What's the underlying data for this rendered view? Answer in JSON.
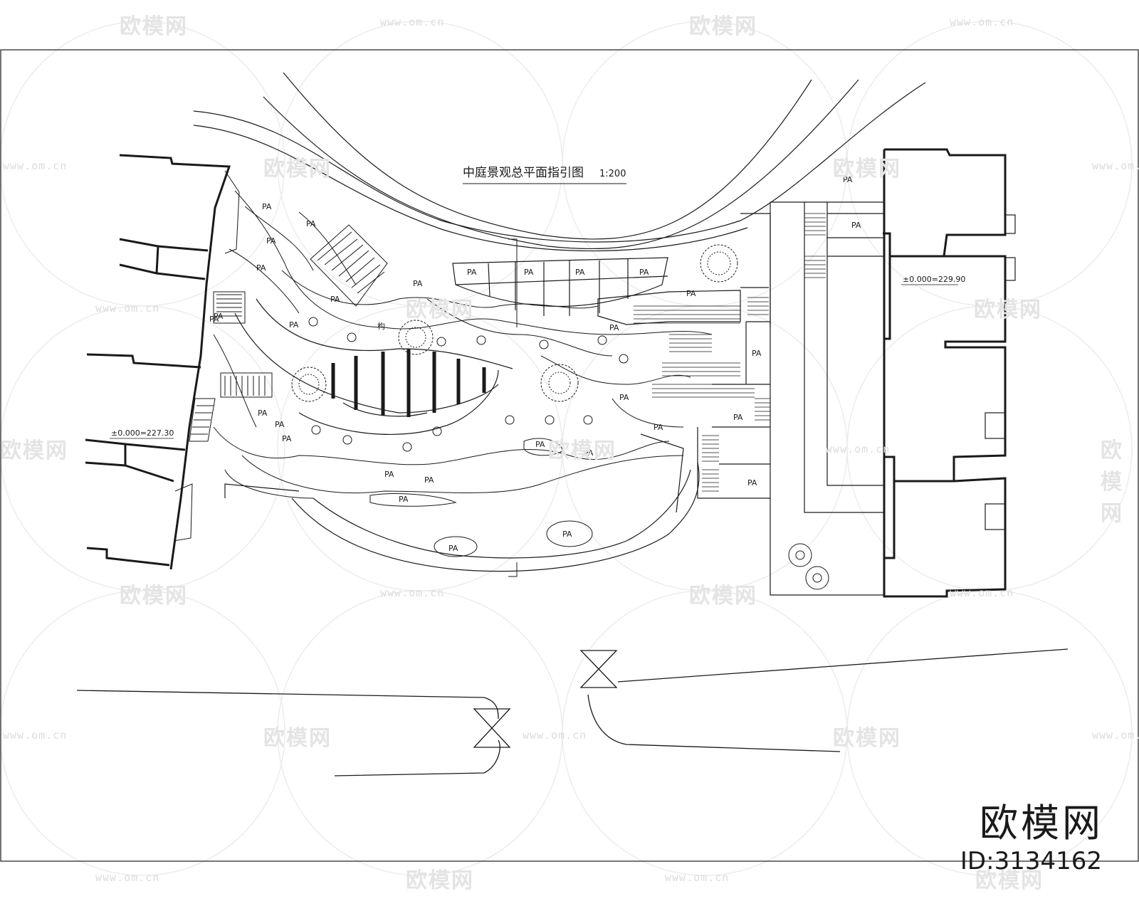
{
  "drawing": {
    "title": "中庭景观总平面指引图",
    "scale": "1:200",
    "level_left": "±0.000=227.30",
    "level_right": "±0.000=229.90",
    "area_label": "PA",
    "pavilion_label": "构"
  },
  "watermark": {
    "brand": "欧模网",
    "url": "www.om.cn",
    "id": "ID:3134162"
  },
  "colors": {
    "line": "#1a1a1a",
    "background": "#ffffff",
    "watermark": "#e2e2e2"
  }
}
